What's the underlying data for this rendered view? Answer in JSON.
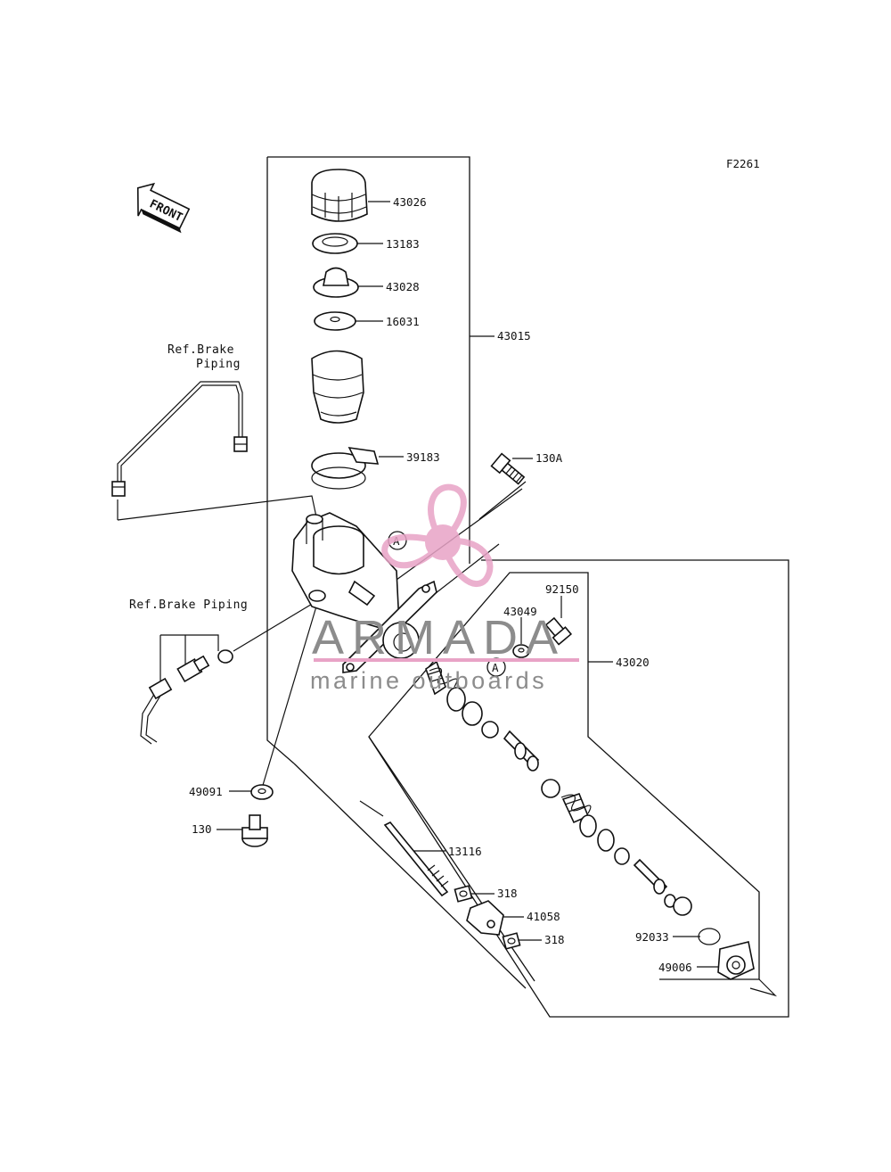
{
  "figure": {
    "code": "F2261",
    "front_label": "FRONT"
  },
  "references": {
    "brake_piping_upper_line1": "Ref.Brake",
    "brake_piping_upper_line2": "Piping",
    "brake_piping_lower": "Ref.Brake Piping"
  },
  "callout_marker": "A",
  "parts": {
    "p43026": "43026",
    "p13183": "13183",
    "p43028": "43028",
    "p16031": "16031",
    "p43015": "43015",
    "p39183": "39183",
    "p130A": "130A",
    "p92150": "92150",
    "p43049": "43049",
    "p43020": "43020",
    "p49091": "49091",
    "p130": "130",
    "p13116": "13116",
    "p318a": "318",
    "p41058": "41058",
    "p318b": "318",
    "p92033": "92033",
    "p49006": "49006"
  },
  "watermark": {
    "brand": "ARMADA",
    "tagline": "marine outboards",
    "color": "#e8a3c6"
  }
}
